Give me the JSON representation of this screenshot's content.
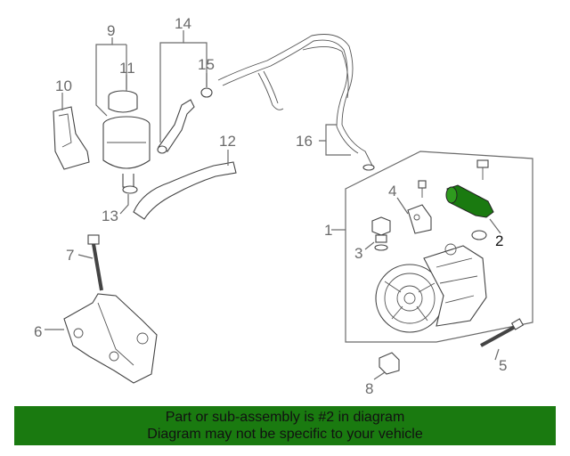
{
  "callouts": {
    "c1": "1",
    "c2": "2",
    "c3": "3",
    "c4": "4",
    "c5": "5",
    "c6": "6",
    "c7": "7",
    "c8": "8",
    "c9": "9",
    "c10": "10",
    "c11": "11",
    "c12": "12",
    "c13": "13",
    "c14": "14",
    "c15": "15",
    "c16": "16"
  },
  "highlight_color": "#1a7a10",
  "banner": {
    "line1": "Part or sub-assembly is #2 in diagram",
    "line2": "Diagram may not be specific to your vehicle"
  }
}
